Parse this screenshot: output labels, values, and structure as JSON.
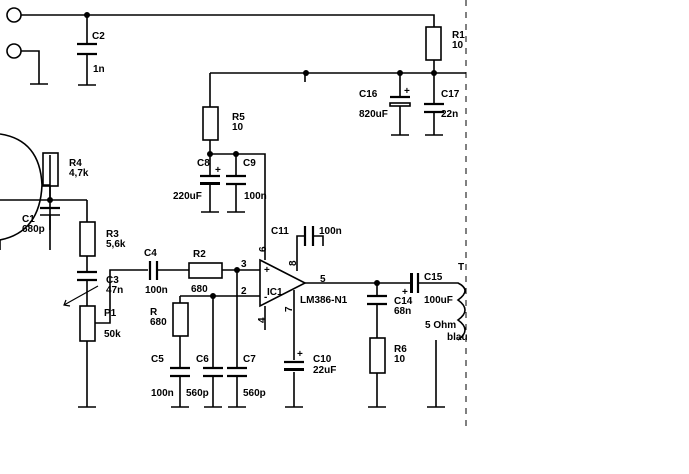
{
  "components": {
    "R1": {
      "ref": "R1",
      "value": "10"
    },
    "C2": {
      "ref": "C2",
      "value": "1n"
    },
    "R5": {
      "ref": "R5",
      "value": "10"
    },
    "C16": {
      "ref": "C16",
      "value": "820uF"
    },
    "C17": {
      "ref": "C17",
      "value": "22n"
    },
    "C8": {
      "ref": "C8",
      "value": "220uF"
    },
    "C9": {
      "ref": "C9",
      "value": "100n"
    },
    "R4": {
      "ref": "R4",
      "value": "4,7k"
    },
    "C1": {
      "ref": "C1",
      "value": "680p"
    },
    "R3": {
      "ref": "R3",
      "value": "5,6k"
    },
    "C3": {
      "ref": "C3",
      "value": "47n"
    },
    "P1": {
      "ref": "P1",
      "value": "50k"
    },
    "C4": {
      "ref": "C4",
      "value": "100n"
    },
    "R2": {
      "ref": "R2",
      "value": "680"
    },
    "R_680": {
      "ref": "R",
      "value": "680"
    },
    "C5": {
      "ref": "C5",
      "value": "100n"
    },
    "C6": {
      "ref": "C6",
      "value": "560p"
    },
    "C7": {
      "ref": "C7",
      "value": "560p"
    },
    "C11": {
      "ref": "C11",
      "value": "100n"
    },
    "IC1": {
      "ref": "IC1",
      "value": "LM386-N1"
    },
    "C10": {
      "ref": "C10",
      "value": "22uF"
    },
    "C14": {
      "ref": "C14",
      "value": "68n"
    },
    "R6": {
      "ref": "R6",
      "value": "10"
    },
    "C15": {
      "ref": "C15",
      "value": "100uF"
    }
  },
  "pins": {
    "p3": "3",
    "p2": "2",
    "p6": "6",
    "p8": "8",
    "p5": "5",
    "p4": "4",
    "p7": "7",
    "plus": "+",
    "minus": "-"
  },
  "speaker": {
    "impedance": "5 Ohm",
    "wire": "blau",
    "partial_label": "T"
  }
}
